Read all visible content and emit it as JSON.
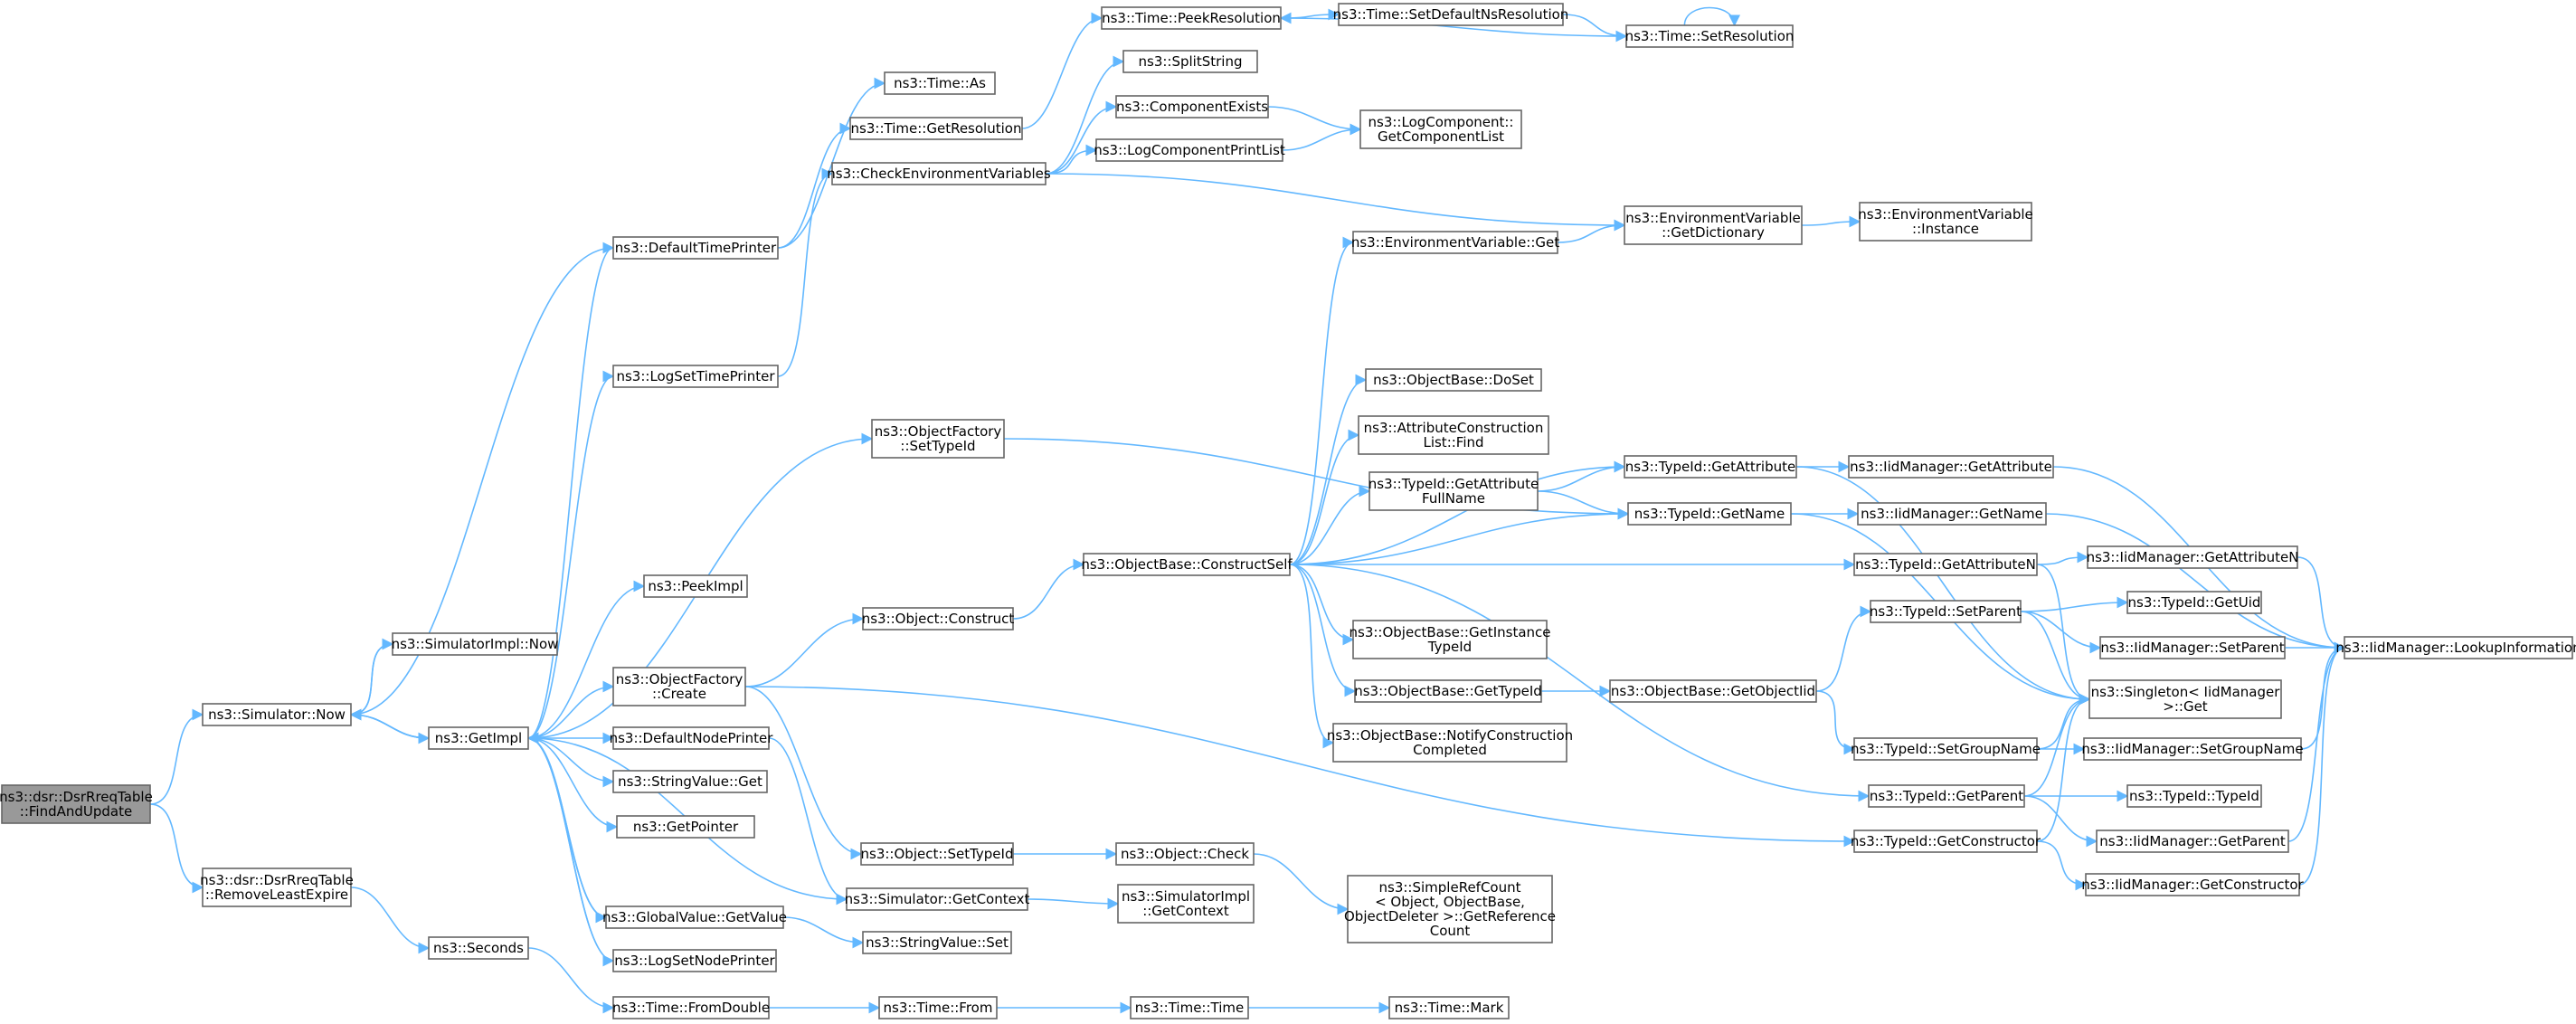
{
  "diagram": {
    "edge_color": "#63b8ff",
    "node_border": "#666666",
    "root_fill": "#999999",
    "nodes": [
      {
        "id": "root",
        "lines": [
          "ns3::dsr::DsrRreqTable",
          "::FindAndUpdate"
        ]
      },
      {
        "id": "simNow",
        "lines": [
          "ns3::Simulator::Now"
        ]
      },
      {
        "id": "removeLeast",
        "lines": [
          "ns3::dsr::DsrRreqTable",
          "::RemoveLeastExpire"
        ]
      },
      {
        "id": "simImplNow",
        "lines": [
          "ns3::SimulatorImpl::Now"
        ]
      },
      {
        "id": "getImpl",
        "lines": [
          "ns3::GetImpl"
        ]
      },
      {
        "id": "seconds",
        "lines": [
          "ns3::Seconds"
        ]
      },
      {
        "id": "defTimePrinter",
        "lines": [
          "ns3::DefaultTimePrinter"
        ]
      },
      {
        "id": "logSetTimePrinter",
        "lines": [
          "ns3::LogSetTimePrinter"
        ]
      },
      {
        "id": "peekImpl",
        "lines": [
          "ns3::PeekImpl"
        ]
      },
      {
        "id": "objFactCreate",
        "lines": [
          "ns3::ObjectFactory",
          "::Create"
        ]
      },
      {
        "id": "defNodePrinter",
        "lines": [
          "ns3::DefaultNodePrinter"
        ]
      },
      {
        "id": "stringValueGet",
        "lines": [
          "ns3::StringValue::Get"
        ]
      },
      {
        "id": "getPointer",
        "lines": [
          "ns3::GetPointer"
        ]
      },
      {
        "id": "globalValueGet",
        "lines": [
          "ns3::GlobalValue::GetValue"
        ]
      },
      {
        "id": "logSetNodePrinter",
        "lines": [
          "ns3::LogSetNodePrinter"
        ]
      },
      {
        "id": "timeFromDouble",
        "lines": [
          "ns3::Time::FromDouble"
        ]
      },
      {
        "id": "timeAs",
        "lines": [
          "ns3::Time::As"
        ]
      },
      {
        "id": "timeGetRes",
        "lines": [
          "ns3::Time::GetResolution"
        ]
      },
      {
        "id": "checkEnv",
        "lines": [
          "ns3::CheckEnvironmentVariables"
        ]
      },
      {
        "id": "objFactSetTypeId",
        "lines": [
          "ns3::ObjectFactory",
          "::SetTypeId"
        ]
      },
      {
        "id": "objConstruct",
        "lines": [
          "ns3::Object::Construct"
        ]
      },
      {
        "id": "objSetTypeId",
        "lines": [
          "ns3::Object::SetTypeId"
        ]
      },
      {
        "id": "simGetContext",
        "lines": [
          "ns3::Simulator::GetContext"
        ]
      },
      {
        "id": "stringValueSet",
        "lines": [
          "ns3::StringValue::Set"
        ]
      },
      {
        "id": "timeFrom",
        "lines": [
          "ns3::Time::From"
        ]
      },
      {
        "id": "timePeekRes",
        "lines": [
          "ns3::Time::PeekResolution"
        ]
      },
      {
        "id": "splitString",
        "lines": [
          "ns3::SplitString"
        ]
      },
      {
        "id": "compExists",
        "lines": [
          "ns3::ComponentExists"
        ]
      },
      {
        "id": "logCompPrintList",
        "lines": [
          "ns3::LogComponentPrintList"
        ]
      },
      {
        "id": "objBaseConstructSelf",
        "lines": [
          "ns3::ObjectBase::ConstructSelf"
        ]
      },
      {
        "id": "objCheck",
        "lines": [
          "ns3::Object::Check"
        ]
      },
      {
        "id": "simImplGetContext",
        "lines": [
          "ns3::SimulatorImpl",
          "::GetContext"
        ]
      },
      {
        "id": "timeTime",
        "lines": [
          "ns3::Time::Time"
        ]
      },
      {
        "id": "timeSetDefNsRes",
        "lines": [
          "ns3::Time::SetDefaultNsResolution"
        ]
      },
      {
        "id": "logCompGetList",
        "lines": [
          "ns3::LogComponent::",
          "GetComponentList"
        ]
      },
      {
        "id": "envVarGet",
        "lines": [
          "ns3::EnvironmentVariable::Get"
        ]
      },
      {
        "id": "objBaseDoSet",
        "lines": [
          "ns3::ObjectBase::DoSet"
        ]
      },
      {
        "id": "attrConstrFind",
        "lines": [
          "ns3::AttributeConstruction",
          "List::Find"
        ]
      },
      {
        "id": "typeIdGetAttrFull",
        "lines": [
          "ns3::TypeId::GetAttribute",
          "FullName"
        ]
      },
      {
        "id": "objBaseGetInstTid",
        "lines": [
          "ns3::ObjectBase::GetInstance",
          "TypeId"
        ]
      },
      {
        "id": "objBaseGetTid",
        "lines": [
          "ns3::ObjectBase::GetTypeId"
        ]
      },
      {
        "id": "objBaseNotify",
        "lines": [
          "ns3::ObjectBase::NotifyConstruction",
          "Completed"
        ]
      },
      {
        "id": "simpleRefGetRefCount",
        "lines": [
          "ns3::SimpleRefCount",
          "< Object, ObjectBase,",
          "ObjectDeleter >::GetReference",
          "Count"
        ]
      },
      {
        "id": "timeMark",
        "lines": [
          "ns3::Time::Mark"
        ]
      },
      {
        "id": "timeSetRes",
        "lines": [
          "ns3::Time::SetResolution"
        ]
      },
      {
        "id": "envVarGetDict",
        "lines": [
          "ns3::EnvironmentVariable",
          "::GetDictionary"
        ]
      },
      {
        "id": "objBaseGetObjectIid",
        "lines": [
          "ns3::ObjectBase::GetObjectIid"
        ]
      },
      {
        "id": "typeIdGetAttr",
        "lines": [
          "ns3::TypeId::GetAttribute"
        ]
      },
      {
        "id": "typeIdGetName",
        "lines": [
          "ns3::TypeId::GetName"
        ]
      },
      {
        "id": "typeIdGetAttrN",
        "lines": [
          "ns3::TypeId::GetAttributeN"
        ]
      },
      {
        "id": "typeIdSetParent",
        "lines": [
          "ns3::TypeId::SetParent"
        ]
      },
      {
        "id": "typeIdSetGroupName",
        "lines": [
          "ns3::TypeId::SetGroupName"
        ]
      },
      {
        "id": "typeIdGetParent",
        "lines": [
          "ns3::TypeId::GetParent"
        ]
      },
      {
        "id": "typeIdGetConstructor",
        "lines": [
          "ns3::TypeId::GetConstructor"
        ]
      },
      {
        "id": "envVarInstance",
        "lines": [
          "ns3::EnvironmentVariable",
          "::Instance"
        ]
      },
      {
        "id": "iidGetAttr",
        "lines": [
          "ns3::IidManager::GetAttribute"
        ]
      },
      {
        "id": "iidGetName",
        "lines": [
          "ns3::IidManager::GetName"
        ]
      },
      {
        "id": "iidGetAttrN",
        "lines": [
          "ns3::IidManager::GetAttributeN"
        ]
      },
      {
        "id": "typeIdGetUid",
        "lines": [
          "ns3::TypeId::GetUid"
        ]
      },
      {
        "id": "iidSetParent",
        "lines": [
          "ns3::IidManager::SetParent"
        ]
      },
      {
        "id": "singletonGet",
        "lines": [
          "ns3::Singleton< IidManager",
          ">::Get"
        ]
      },
      {
        "id": "iidSetGroupName",
        "lines": [
          "ns3::IidManager::SetGroupName"
        ]
      },
      {
        "id": "typeIdTypeId",
        "lines": [
          "ns3::TypeId::TypeId"
        ]
      },
      {
        "id": "iidGetParent",
        "lines": [
          "ns3::IidManager::GetParent"
        ]
      },
      {
        "id": "iidGetConstructor",
        "lines": [
          "ns3::IidManager::GetConstructor"
        ]
      },
      {
        "id": "iidLookup",
        "lines": [
          "ns3::IidManager::LookupInformation"
        ]
      }
    ]
  }
}
